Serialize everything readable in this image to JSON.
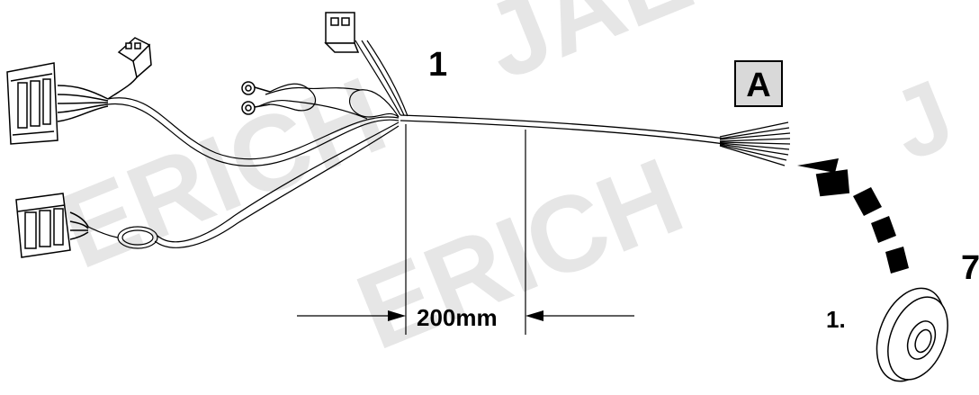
{
  "watermark": {
    "text_left": "ERICH",
    "text_right": "ERICH",
    "text_top": "JAE",
    "text_edge": "J",
    "color": "#e6e6e6"
  },
  "labels": {
    "part_number": "1",
    "view_marker": "A",
    "dimension": "200mm",
    "step": "1.",
    "edge_number": "7"
  },
  "colors": {
    "line": "#000000",
    "marker_box_fill": "#d9d9d9",
    "background": "#ffffff"
  }
}
